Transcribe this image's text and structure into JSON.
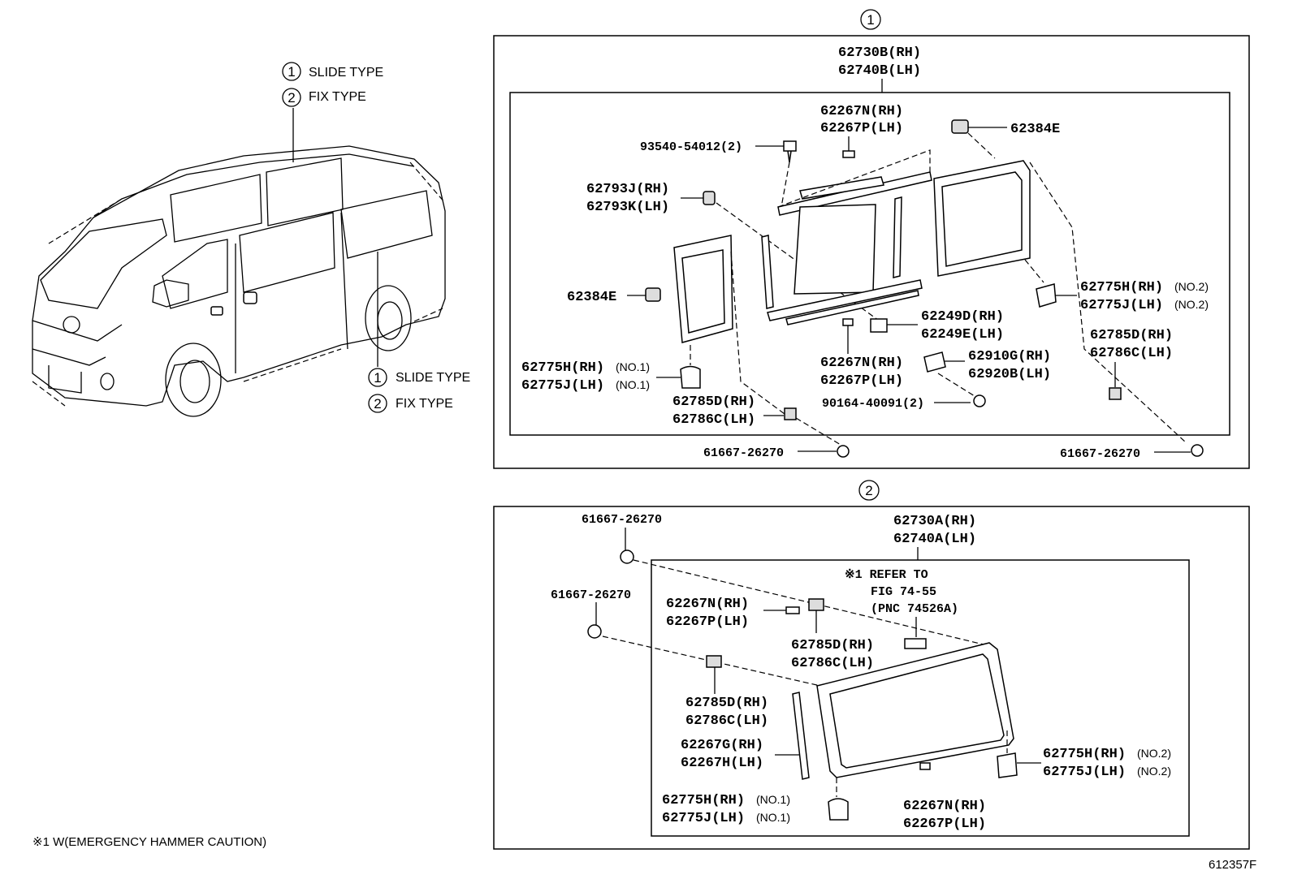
{
  "legend": {
    "circle1": "1",
    "circle2": "2",
    "slide_type": "SLIDE TYPE",
    "fix_type": "FIX TYPE"
  },
  "section1": {
    "label": "1",
    "parts": {
      "p62730B": "62730B(RH)",
      "p62740B": "62740B(LH)",
      "p62267N_top": "62267N(RH)",
      "p62267P_top": "62267P(LH)",
      "p62384E_top": "62384E",
      "p93540": "93540-54012(2)",
      "p62793J": "62793J(RH)",
      "p62793K": "62793K(LH)",
      "p62384E_left": "62384E",
      "p62775H_no1": "62775H(RH)",
      "p62775J_no1": "62775J(LH)",
      "no1a": "(NO.1)",
      "no1b": "(NO.1)",
      "p62785D_left": "62785D(RH)",
      "p62786C_left": "62786C(LH)",
      "p62249D": "62249D(RH)",
      "p62249E": "62249E(LH)",
      "p62267N_mid": "62267N(RH)",
      "p62267P_mid": "62267P(LH)",
      "p62910G": "62910G(RH)",
      "p62920B": "62920B(LH)",
      "p90164": "90164-40091(2)",
      "p62775H_no2": "62775H(RH)",
      "p62775J_no2": "62775J(LH)",
      "no2a": "(NO.2)",
      "no2b": "(NO.2)",
      "p62785D_right": "62785D(RH)",
      "p62786C_right": "62786C(LH)",
      "p61667_a": "61667-26270",
      "p61667_b": "61667-26270"
    }
  },
  "section2": {
    "label": "2",
    "parts": {
      "p62730A": "62730A(RH)",
      "p62740A": "62740A(LH)",
      "p61667_top": "61667-26270",
      "p61667_mid": "61667-26270",
      "refer1": "※1 REFER TO",
      "refer2": "FIG 74-55",
      "refer3": "(PNC 74526A)",
      "p62267N_a": "62267N(RH)",
      "p62267P_a": "62267P(LH)",
      "p62785D_a": "62785D(RH)",
      "p62786C_a": "62786C(LH)",
      "p62785D_b": "62785D(RH)",
      "p62786C_b": "62786C(LH)",
      "p62267G": "62267G(RH)",
      "p62267H": "62267H(LH)",
      "p62775H_no1": "62775H(RH)",
      "p62775J_no1": "62775J(LH)",
      "no1a": "(NO.1)",
      "no1b": "(NO.1)",
      "p62775H_no2": "62775H(RH)",
      "p62775J_no2": "62775J(LH)",
      "no2a": "(NO.2)",
      "no2b": "(NO.2)",
      "p62267N_b": "62267N(RH)",
      "p62267P_b": "62267P(LH)"
    }
  },
  "footnote": "※1 W(EMERGENCY HAMMER CAUTION)",
  "figure_id": "612357F"
}
